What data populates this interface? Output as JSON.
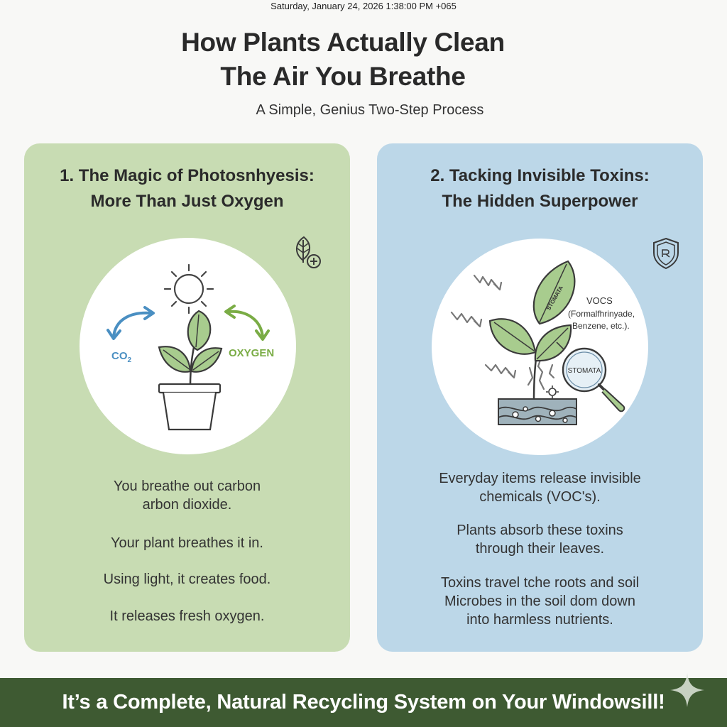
{
  "timestamp": "Saturday, January 24, 2026 1:38:00 PM +065",
  "header": {
    "title_line1": "How Plants Actually Clean",
    "title_line2": "The Air You Breathe",
    "subtitle": "A Simple, Genius Two-Step Process"
  },
  "left_panel": {
    "heading_line1": "1. The Magic of Photosnhyesis:",
    "heading_line2": "More Than Just Oxygen",
    "icon": "leaf-plus-icon",
    "labels": {
      "co2": "CO",
      "co2_sub": "2",
      "oxygen": "OXYGEN"
    },
    "paragraphs": [
      [
        "You breathe out carbon",
        "arbon dioxide."
      ],
      [
        "Your plant breathes it in."
      ],
      [
        "Using light, it creates food."
      ],
      [
        "It releases fresh oxygen."
      ]
    ],
    "colors": {
      "background": "#c8dcb3",
      "co2": "#4a8fc2",
      "oxygen": "#7aac45"
    }
  },
  "right_panel": {
    "heading_line1": "2. Tacking Invisible Toxins:",
    "heading_line2": "The Hidden Superpower",
    "icon": "shield-icon",
    "labels": {
      "vocs": "VOCS",
      "vocs_detail1": "(Formalfhrinyade,",
      "vocs_detail2": "Benzene, etc.).",
      "stomata_leaf": "STOMATA",
      "stomata_lens": "STOMATA"
    },
    "paragraphs": [
      [
        "Everyday items release invisible",
        "chemicals (VOC's)."
      ],
      [
        "Plants absorb these toxins",
        "through their leaves."
      ],
      [
        "Toxins travel tche roots and soil",
        "Microbes in the soil dom down",
        "into harmless nutrients."
      ]
    ],
    "colors": {
      "background": "#bcd7e8"
    }
  },
  "footer": {
    "text": "It’s a Complete, Natural Recycling System on Your Windowsill!",
    "color": "#3e5a32"
  }
}
